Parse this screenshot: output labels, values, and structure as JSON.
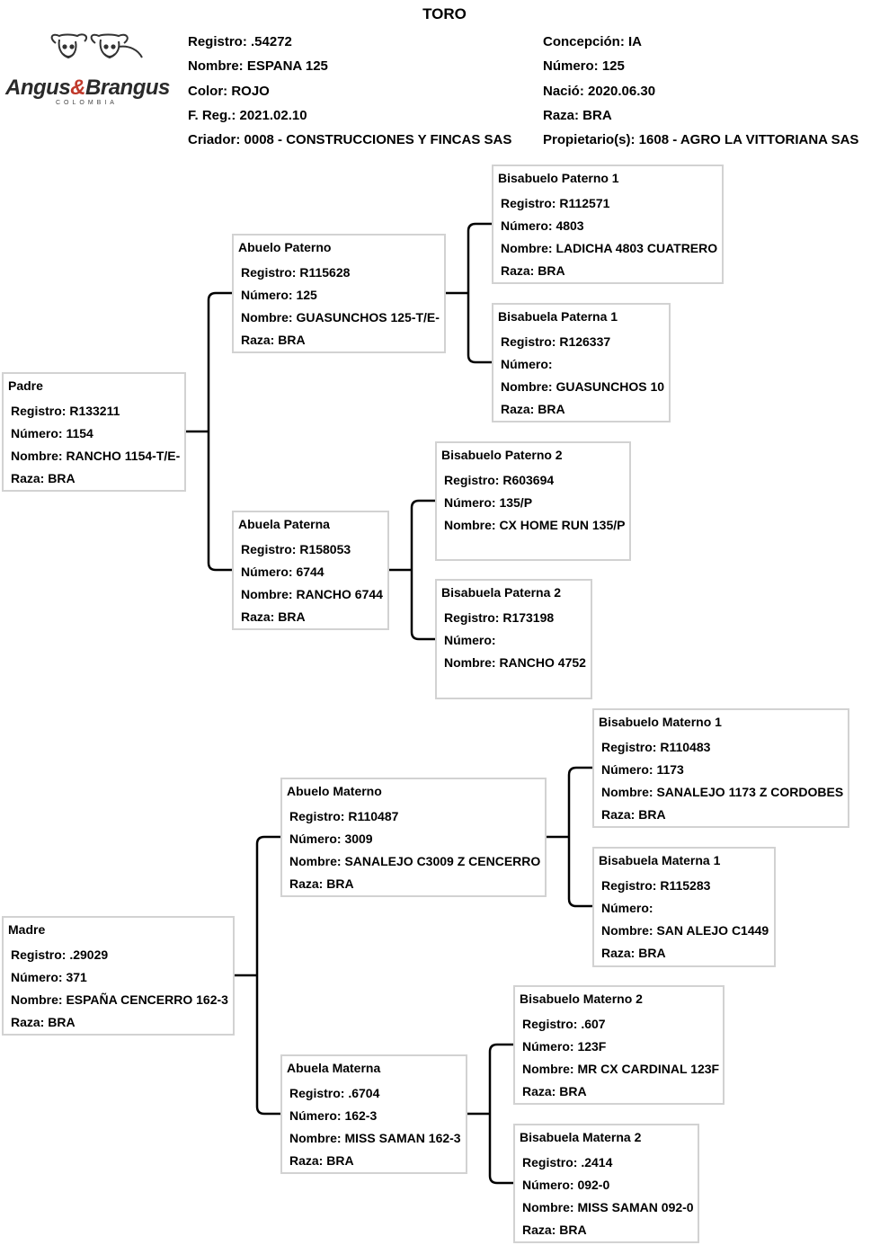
{
  "title": "TORO",
  "logo": {
    "brand_left": "Angus",
    "brand_amp": "&",
    "brand_right": "Brangus",
    "sub": "COLOMBIA"
  },
  "header": {
    "registro": "Registro: .54272",
    "nombre": "Nombre:  ESPANA 125",
    "color": "Color: ROJO",
    "freg": "F. Reg.: 2021.02.10",
    "criador": "Criador: 0008 - CONSTRUCCIONES Y FINCAS SAS",
    "concepcion": "Concepción: IA",
    "numero": "Número: 125",
    "nacio": "Nació: 2020.06.30",
    "raza": "Raza: BRA",
    "propietario": "Propietario(s): 1608 - AGRO LA VITTORIANA SAS"
  },
  "pedigree": {
    "padre": {
      "title": "Padre",
      "registro": "Registro: R133211",
      "numero": "Número: 1154",
      "nombre": "Nombre: RANCHO 1154-T/E-",
      "raza": "Raza: BRA"
    },
    "abuelo_paterno": {
      "title": "Abuelo Paterno",
      "registro": "Registro: R115628",
      "numero": "Número: 125",
      "nombre": "Nombre: GUASUNCHOS 125-T/E-",
      "raza": "Raza: BRA"
    },
    "abuela_paterna": {
      "title": "Abuela Paterna",
      "registro": "Registro: R158053",
      "numero": "Número: 6744",
      "nombre": "Nombre: RANCHO 6744",
      "raza": "Raza: BRA"
    },
    "bisabuelo_paterno_1": {
      "title": "Bisabuelo Paterno 1",
      "registro": "Registro: R112571",
      "numero": "Número: 4803",
      "nombre": "Nombre: LADICHA 4803 CUATRERO",
      "raza": "Raza: BRA"
    },
    "bisabuela_paterna_1": {
      "title": "Bisabuela Paterna 1",
      "registro": "Registro: R126337",
      "numero": "Número:",
      "nombre": "Nombre: GUASUNCHOS 10",
      "raza": "Raza: BRA"
    },
    "bisabuelo_paterno_2": {
      "title": "Bisabuelo Paterno 2",
      "registro": "Registro: R603694",
      "numero": "Número: 135/P",
      "nombre": "Nombre: CX HOME RUN 135/P",
      "raza": ""
    },
    "bisabuela_paterna_2": {
      "title": "Bisabuela Paterna 2",
      "registro": "Registro: R173198",
      "numero": "Número:",
      "nombre": "Nombre: RANCHO 4752",
      "raza": ""
    },
    "madre": {
      "title": "Madre",
      "registro": "Registro: .29029",
      "numero": "Número: 371",
      "nombre": "Nombre: ESPAÑA CENCERRO 162-3",
      "raza": "Raza: BRA"
    },
    "abuelo_materno": {
      "title": "Abuelo Materno",
      "registro": "Registro: R110487",
      "numero": "Número: 3009",
      "nombre": "Nombre: SANALEJO C3009 Z CENCERRO",
      "raza": "Raza: BRA"
    },
    "abuela_materna": {
      "title": "Abuela Materna",
      "registro": "Registro: .6704",
      "numero": "Número: 162-3",
      "nombre": "Nombre: MISS SAMAN 162-3",
      "raza": "Raza: BRA"
    },
    "bisabuelo_materno_1": {
      "title": "Bisabuelo Materno 1",
      "registro": "Registro: R110483",
      "numero": "Número: 1173",
      "nombre": "Nombre: SANALEJO 1173 Z CORDOBES",
      "raza": "Raza: BRA"
    },
    "bisabuela_materna_1": {
      "title": "Bisabuela Materna 1",
      "registro": "Registro: R115283",
      "numero": "Número:",
      "nombre": "Nombre: SAN ALEJO C1449",
      "raza": "Raza: BRA"
    },
    "bisabuelo_materno_2": {
      "title": "Bisabuelo Materno 2",
      "registro": "Registro: .607",
      "numero": "Número: 123F",
      "nombre": "Nombre: MR CX CARDINAL 123F",
      "raza": "Raza: BRA"
    },
    "bisabuela_materna_2": {
      "title": "Bisabuela Materna 2",
      "registro": "Registro: .2414",
      "numero": "Número: 092-0",
      "nombre": "Nombre: MISS SAMAN 092-0",
      "raza": "Raza: BRA"
    }
  }
}
